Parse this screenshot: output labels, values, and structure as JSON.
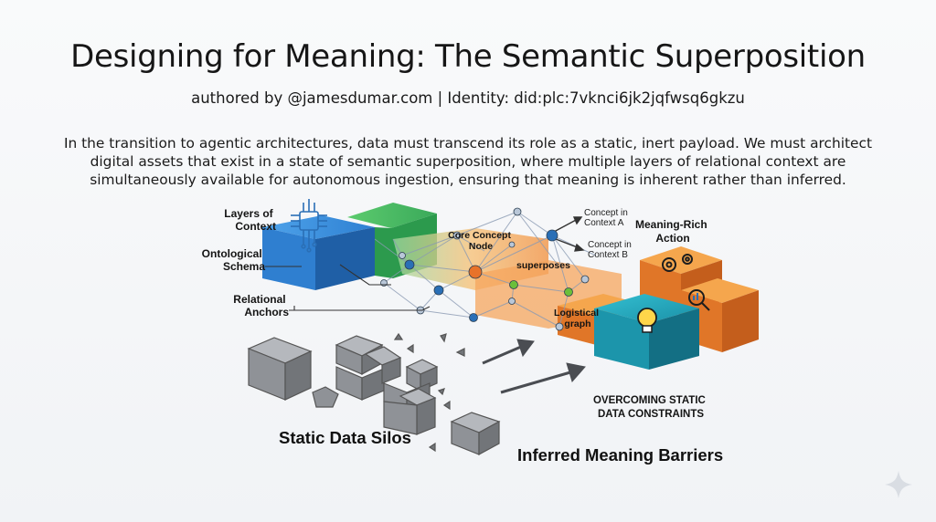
{
  "title": "Designing for Meaning: The Semantic Superposition",
  "byline": "authored by @jamesdumar.com | Identity: did:plc:7vknci6jk2jqfwsq6gkzu",
  "intro": "In the transition to agentic architectures, data must transcend its role as a static, inert payload. We must architect digital assets that exist in a state of semantic superposition, where multiple layers of relational context are simultaneously available for autonomous ingestion, ensuring that meaning is inherent rather than inferred.",
  "diagram": {
    "labels": {
      "layers_of_context": [
        "Layers of",
        "Context"
      ],
      "ontological_schema": [
        "Ontological",
        "Schema"
      ],
      "relational_anchors": [
        "Relational",
        "Anchors"
      ],
      "core_concept_node": [
        "Core Concept",
        "Node"
      ],
      "concept_a": [
        "Concept in",
        "Context A"
      ],
      "concept_b": [
        "Concept in",
        "Context B"
      ],
      "meaning_rich_action": [
        "Meaning-Rich",
        "Action"
      ],
      "superposes": "superposes",
      "logistical_graph": [
        "Logistical",
        "graph"
      ],
      "overcoming": [
        "OVERCOMING STATIC",
        "DATA CONSTRAINTS"
      ],
      "static_data_silos": "Static Data Silos",
      "inferred_meaning_barriers": "Inferred Meaning Barriers"
    },
    "icons": [
      "circuit-icon",
      "gears-icon",
      "magnifier-chart-icon",
      "lightbulb-icon",
      "sparkle-icon"
    ],
    "colors": {
      "blue": "#2f7fd0",
      "green": "#38b05a",
      "orange": "#f08a2c",
      "teal": "#1fa3b8",
      "gray": "#8c8f94",
      "node_blue": "#2a6fb6",
      "node_orange": "#e8722a",
      "node_green": "#6cbf3a"
    }
  }
}
